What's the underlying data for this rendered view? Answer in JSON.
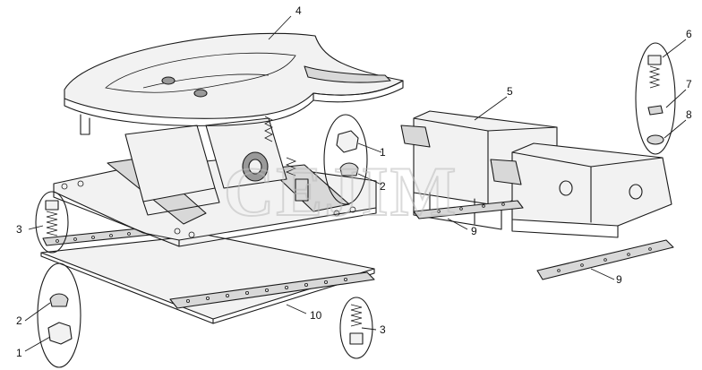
{
  "watermark": "CEJIM",
  "callouts": [
    {
      "id": "c4",
      "text": "4"
    },
    {
      "id": "c5",
      "text": "5"
    },
    {
      "id": "c6",
      "text": "6"
    },
    {
      "id": "c7",
      "text": "7"
    },
    {
      "id": "c8",
      "text": "8"
    },
    {
      "id": "c1a",
      "text": "1"
    },
    {
      "id": "c2a",
      "text": "2"
    },
    {
      "id": "c3a",
      "text": "3"
    },
    {
      "id": "c9a",
      "text": "9"
    },
    {
      "id": "c9b",
      "text": "9"
    },
    {
      "id": "c10",
      "text": "10"
    },
    {
      "id": "c3b",
      "text": "3"
    },
    {
      "id": "c2b",
      "text": "2"
    },
    {
      "id": "c1b",
      "text": "1"
    }
  ]
}
